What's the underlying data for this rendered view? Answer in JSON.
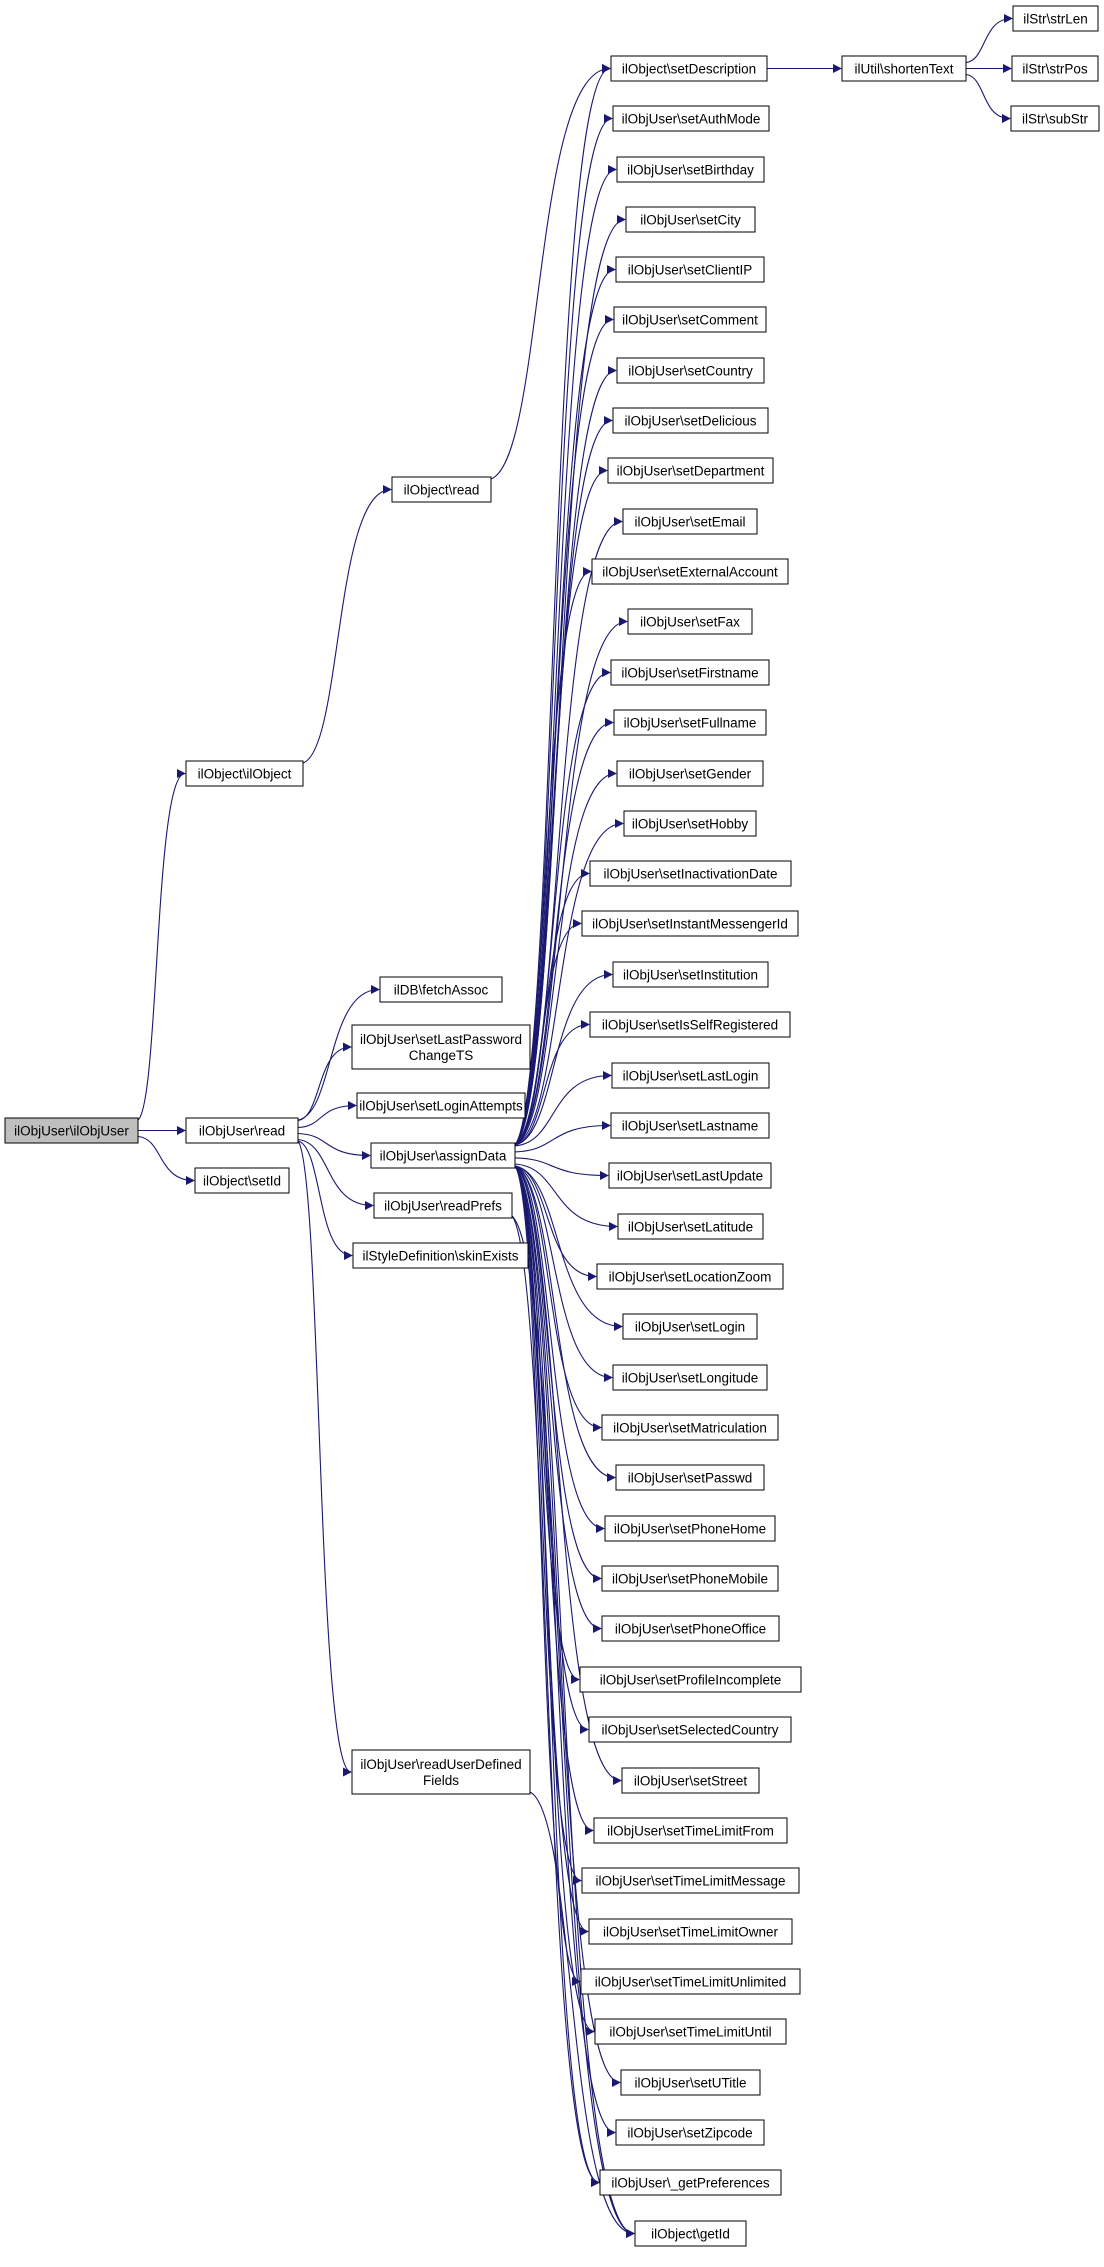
{
  "colors": {
    "edge": "#191970",
    "node_border": "#000000",
    "node_fill": "#ffffff",
    "root_fill": "#bfbfbf"
  },
  "root": "ilObjUser\\ilObjUser",
  "nodes": {
    "root": [
      "ilObjUser\\ilObjUser"
    ],
    "n_obj_ctor": [
      "ilObject\\ilObject"
    ],
    "n_user_read": [
      "ilObjUser\\read"
    ],
    "n_obj_setid": [
      "ilObject\\setId"
    ],
    "n_obj_read": [
      "ilObject\\read"
    ],
    "n_fetch": [
      "ilDB\\fetchAssoc"
    ],
    "n_lastpw": [
      "ilObjUser\\setLastPassword",
      "ChangeTS"
    ],
    "n_loginatt": [
      "ilObjUser\\setLoginAttempts"
    ],
    "n_assign": [
      "ilObjUser\\assignData"
    ],
    "n_readprefs": [
      "ilObjUser\\readPrefs"
    ],
    "n_skin": [
      "ilStyleDefinition\\skinExists"
    ],
    "n_udf": [
      "ilObjUser\\readUserDefined",
      "Fields"
    ],
    "n_setdesc": [
      "ilObject\\setDescription"
    ],
    "n_shorten": [
      "ilUtil\\shortenText"
    ],
    "n_strlen": [
      "ilStr\\strLen"
    ],
    "n_strpos": [
      "ilStr\\strPos"
    ],
    "n_substr": [
      "ilStr\\subStr"
    ],
    "n_authmode": [
      "ilObjUser\\setAuthMode"
    ],
    "n_birthday": [
      "ilObjUser\\setBirthday"
    ],
    "n_city": [
      "ilObjUser\\setCity"
    ],
    "n_clientip": [
      "ilObjUser\\setClientIP"
    ],
    "n_comment": [
      "ilObjUser\\setComment"
    ],
    "n_country": [
      "ilObjUser\\setCountry"
    ],
    "n_delicious": [
      "ilObjUser\\setDelicious"
    ],
    "n_department": [
      "ilObjUser\\setDepartment"
    ],
    "n_email": [
      "ilObjUser\\setEmail"
    ],
    "n_extacc": [
      "ilObjUser\\setExternalAccount"
    ],
    "n_fax": [
      "ilObjUser\\setFax"
    ],
    "n_firstname": [
      "ilObjUser\\setFirstname"
    ],
    "n_fullname": [
      "ilObjUser\\setFullname"
    ],
    "n_gender": [
      "ilObjUser\\setGender"
    ],
    "n_hobby": [
      "ilObjUser\\setHobby"
    ],
    "n_inactdate": [
      "ilObjUser\\setInactivationDate"
    ],
    "n_im": [
      "ilObjUser\\setInstantMessengerId"
    ],
    "n_institution": [
      "ilObjUser\\setInstitution"
    ],
    "n_selfreg": [
      "ilObjUser\\setIsSelfRegistered"
    ],
    "n_lastlogin": [
      "ilObjUser\\setLastLogin"
    ],
    "n_lastname": [
      "ilObjUser\\setLastname"
    ],
    "n_lastupdate": [
      "ilObjUser\\setLastUpdate"
    ],
    "n_latitude": [
      "ilObjUser\\setLatitude"
    ],
    "n_lzoom": [
      "ilObjUser\\setLocationZoom"
    ],
    "n_login": [
      "ilObjUser\\setLogin"
    ],
    "n_longitude": [
      "ilObjUser\\setLongitude"
    ],
    "n_matric": [
      "ilObjUser\\setMatriculation"
    ],
    "n_passwd": [
      "ilObjUser\\setPasswd"
    ],
    "n_phonehome": [
      "ilObjUser\\setPhoneHome"
    ],
    "n_phonemobile": [
      "ilObjUser\\setPhoneMobile"
    ],
    "n_phoneoffice": [
      "ilObjUser\\setPhoneOffice"
    ],
    "n_profinc": [
      "ilObjUser\\setProfileIncomplete"
    ],
    "n_selcountry": [
      "ilObjUser\\setSelectedCountry"
    ],
    "n_street": [
      "ilObjUser\\setStreet"
    ],
    "n_tlfrom": [
      "ilObjUser\\setTimeLimitFrom"
    ],
    "n_tlmsg": [
      "ilObjUser\\setTimeLimitMessage"
    ],
    "n_tlowner": [
      "ilObjUser\\setTimeLimitOwner"
    ],
    "n_tlunlim": [
      "ilObjUser\\setTimeLimitUnlimited"
    ],
    "n_tluntil": [
      "ilObjUser\\setTimeLimitUntil"
    ],
    "n_utitle": [
      "ilObjUser\\setUTitle"
    ],
    "n_zip": [
      "ilObjUser\\setZipcode"
    ],
    "n_getprefs": [
      "ilObjUser\\_getPreferences"
    ],
    "n_getid": [
      "ilObject\\getId"
    ]
  },
  "edges": [
    [
      "root",
      "n_obj_ctor"
    ],
    [
      "root",
      "n_user_read"
    ],
    [
      "root",
      "n_obj_setid"
    ],
    [
      "n_obj_ctor",
      "n_obj_read"
    ],
    [
      "n_obj_read",
      "n_setdesc"
    ],
    [
      "n_setdesc",
      "n_shorten"
    ],
    [
      "n_shorten",
      "n_strlen"
    ],
    [
      "n_shorten",
      "n_strpos"
    ],
    [
      "n_shorten",
      "n_substr"
    ],
    [
      "n_user_read",
      "n_fetch"
    ],
    [
      "n_user_read",
      "n_lastpw"
    ],
    [
      "n_user_read",
      "n_loginatt"
    ],
    [
      "n_user_read",
      "n_assign"
    ],
    [
      "n_user_read",
      "n_readprefs"
    ],
    [
      "n_user_read",
      "n_skin"
    ],
    [
      "n_user_read",
      "n_udf"
    ],
    [
      "n_assign",
      "n_setdesc"
    ],
    [
      "n_assign",
      "n_authmode"
    ],
    [
      "n_assign",
      "n_birthday"
    ],
    [
      "n_assign",
      "n_city"
    ],
    [
      "n_assign",
      "n_clientip"
    ],
    [
      "n_assign",
      "n_comment"
    ],
    [
      "n_assign",
      "n_country"
    ],
    [
      "n_assign",
      "n_delicious"
    ],
    [
      "n_assign",
      "n_department"
    ],
    [
      "n_assign",
      "n_email"
    ],
    [
      "n_assign",
      "n_extacc"
    ],
    [
      "n_assign",
      "n_fax"
    ],
    [
      "n_assign",
      "n_firstname"
    ],
    [
      "n_assign",
      "n_fullname"
    ],
    [
      "n_assign",
      "n_gender"
    ],
    [
      "n_assign",
      "n_hobby"
    ],
    [
      "n_assign",
      "n_inactdate"
    ],
    [
      "n_assign",
      "n_im"
    ],
    [
      "n_assign",
      "n_institution"
    ],
    [
      "n_assign",
      "n_selfreg"
    ],
    [
      "n_assign",
      "n_lastlogin"
    ],
    [
      "n_assign",
      "n_lastname"
    ],
    [
      "n_assign",
      "n_lastupdate"
    ],
    [
      "n_assign",
      "n_latitude"
    ],
    [
      "n_assign",
      "n_lzoom"
    ],
    [
      "n_assign",
      "n_login"
    ],
    [
      "n_assign",
      "n_longitude"
    ],
    [
      "n_assign",
      "n_matric"
    ],
    [
      "n_assign",
      "n_passwd"
    ],
    [
      "n_assign",
      "n_phonehome"
    ],
    [
      "n_assign",
      "n_phonemobile"
    ],
    [
      "n_assign",
      "n_phoneoffice"
    ],
    [
      "n_assign",
      "n_profinc"
    ],
    [
      "n_assign",
      "n_selcountry"
    ],
    [
      "n_assign",
      "n_street"
    ],
    [
      "n_assign",
      "n_tlfrom"
    ],
    [
      "n_assign",
      "n_tlmsg"
    ],
    [
      "n_assign",
      "n_tlowner"
    ],
    [
      "n_assign",
      "n_tlunlim"
    ],
    [
      "n_assign",
      "n_tluntil"
    ],
    [
      "n_assign",
      "n_utitle"
    ],
    [
      "n_assign",
      "n_zip"
    ],
    [
      "n_assign",
      "n_getprefs"
    ],
    [
      "n_assign",
      "n_getid"
    ],
    [
      "n_readprefs",
      "n_getprefs"
    ],
    [
      "n_readprefs",
      "n_getid"
    ],
    [
      "n_udf",
      "n_getid"
    ]
  ]
}
